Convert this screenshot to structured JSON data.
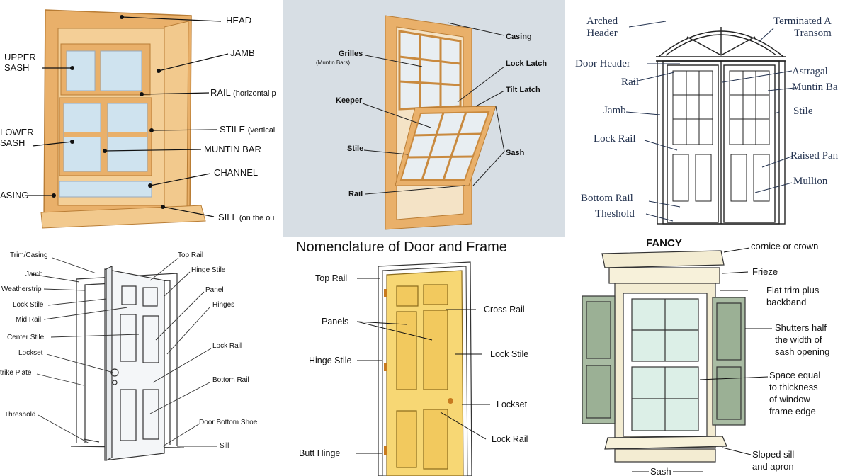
{
  "window_parts": {
    "head": "HEAD",
    "upper_sash": "UPPER\nSASH",
    "jamb": "JAMB",
    "rail": "RAIL",
    "rail_note": "(horizontal p",
    "lower_sash": "LOWER\nSASH",
    "stile": "STILE",
    "stile_note": "(vertical",
    "muntin_bar": "MUNTIN BAR",
    "channel": "CHANNEL",
    "casing": "ASING",
    "sill": "SILL",
    "sill_note": "(on the ou"
  },
  "double_hung": {
    "casing": "Casing",
    "grilles": "Grilles",
    "grilles_sub": "(Muntin Bars)",
    "lock_latch": "Lock Latch",
    "keeper": "Keeper",
    "tilt_latch": "Tilt Latch",
    "stile": "Stile",
    "sash": "Sash",
    "rail": "Rail"
  },
  "french_door": {
    "arched_header": "Arched\nHeader",
    "terminated_transom": "Terminated A\nTransom",
    "door_header": "Door Header",
    "rail": "Rail",
    "astragal": "Astragal",
    "muntin_bar": "Muntin Ba",
    "jamb": "Jamb",
    "stile": "Stile",
    "lock_rail": "Lock Rail",
    "raised_panel": "Raised Pan",
    "mullion": "Mullion",
    "bottom_rail": "Bottom Rail",
    "threshold": "Theshold"
  },
  "door_sketch": {
    "trim_casing": "Trim/Casing",
    "jamb": "Jamb",
    "weatherstrip": "Weatherstrip",
    "lock_stile": "Lock Stile",
    "mid_rail": "Mid Rail",
    "center_stile": "Center Stile",
    "lockset": "Lockset",
    "strike_plate": "trike Plate",
    "threshold": "Threshold",
    "top_rail": "Top Rail",
    "hinge_stile": "Hinge Stile",
    "panel": "Panel",
    "hinges": "Hinges",
    "lock_rail": "Lock Rail",
    "bottom_rail": "Bottom Rail",
    "door_bottom_shoe": "Door Bottom Shoe",
    "sill": "Sill"
  },
  "door_frame": {
    "title": "Nomenclature of Door and Frame",
    "top_rail": "Top Rail",
    "panels": "Panels",
    "hinge_stile": "Hinge Stile",
    "butt_hinge": "Butt Hinge",
    "cross_rail": "Cross Rail",
    "lock_stile": "Lock Stile",
    "lockset": "Lockset",
    "lock_rail": "Lock Rail"
  },
  "fancy_window": {
    "title": "FANCY",
    "cornice": "cornice or crown",
    "frieze": "Frieze",
    "flat_trim": "Flat trim plus\nbackband",
    "shutters": "Shutters half\nthe width of\nsash opening",
    "space_equal": "Space equal\nto thickness\nof window\nframe edge",
    "sloped_sill": "Sloped sill\nand apron",
    "sash": "Sash"
  },
  "colors": {
    "wood": "#e9b06a",
    "wood_dark": "#c98a3f",
    "glass": "#cfe3ef",
    "panel2_bg": "#d7dee4",
    "door_yellow": "#f7d774",
    "shutter_green": "#a9bca3",
    "ink": "#23324f"
  }
}
